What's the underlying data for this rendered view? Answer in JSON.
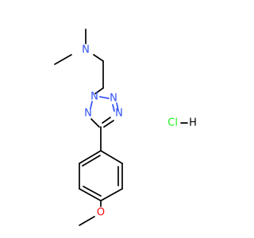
{
  "molecule": {
    "atom_labels": {
      "amine_n": "N",
      "tetrazole_n2": "N",
      "tetrazole_n3": "N",
      "tetrazole_n4": "N",
      "tetrazole_n1": "N",
      "ether_o": "O",
      "salt": "HCl"
    },
    "colors": {
      "carbon_bond": "#000000",
      "nitrogen": "#3050f8",
      "oxygen": "#ff0d0d",
      "chlorine": "#1ff01f",
      "hydrogen": "#000000"
    }
  }
}
